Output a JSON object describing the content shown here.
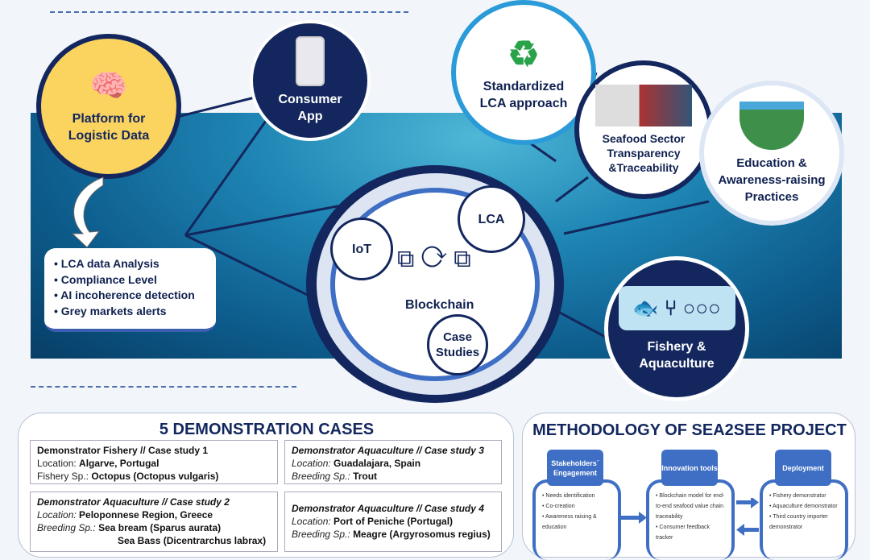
{
  "top_nodes": {
    "platform": "Platform for Logistic Data",
    "consumer_app": "Consumer App",
    "lca": "Standardized LCA approach",
    "seafood": "Seafood Sector Transparency &Traceability",
    "education": "Education & Awareness-raising Practices",
    "fishery": "Fishery & Aquaculture"
  },
  "platform_features": [
    "LCA data Analysis",
    "Compliance Level",
    "AI incoherence detection",
    "Grey markets alerts"
  ],
  "hub": {
    "center": "Blockchain",
    "iot": "IoT",
    "lca": "LCA",
    "case_studies": "Case Studies"
  },
  "demo": {
    "title": "5 DEMONSTRATION CASES",
    "cases": [
      {
        "title": "Demonstrator Fishery // Case study 1",
        "loc_label": "Location: ",
        "loc": "Algarve, Portugal",
        "sp_label": "Fishery Sp.: ",
        "sp": "Octopus (Octopus vulgaris)"
      },
      {
        "title": "Demonstrator Aquaculture // Case study 3",
        "loc_label": "Location: ",
        "loc": "Guadalajara, Spain",
        "sp_label": "Breeding Sp.: ",
        "sp": "Trout"
      },
      {
        "title": "Demonstrator Aquaculture // Case study 2",
        "loc_label": "Location: ",
        "loc": "Peloponnese Region, Greece",
        "sp_label": "Breeding Sp.: ",
        "sp": "Sea bream (Sparus aurata)",
        "sp2": "Sea Bass (Dicentrarchus labrax)"
      },
      {
        "title": "Demonstrator Aquaculture // Case study 4",
        "loc_label": "Location: ",
        "loc": "Port of Peniche (Portugal)",
        "sp_label": "Breeding Sp.: ",
        "sp": "Meagre (Argyrosomus regius)"
      }
    ]
  },
  "method": {
    "title": "METHODOLOGY OF SEA2SEE PROJECT",
    "cols": [
      {
        "head": "Stakeholders´ Engagement",
        "items": [
          "Needs identification",
          "Co-creation",
          "Awareness raising & education"
        ]
      },
      {
        "head": "Innovation tools",
        "items": [
          "Blockchain model for end-to-end seafood value chain traceability",
          "Consumer feedback tracker"
        ]
      },
      {
        "head": "Deployment",
        "items": [
          "Fishery demonstrator",
          "Aquaculture demonstrator",
          "Third country importer demonstrator"
        ]
      }
    ]
  },
  "colors": {
    "navy": "#13275e",
    "blue": "#3f6fc4",
    "yellow": "#fbd35f"
  }
}
